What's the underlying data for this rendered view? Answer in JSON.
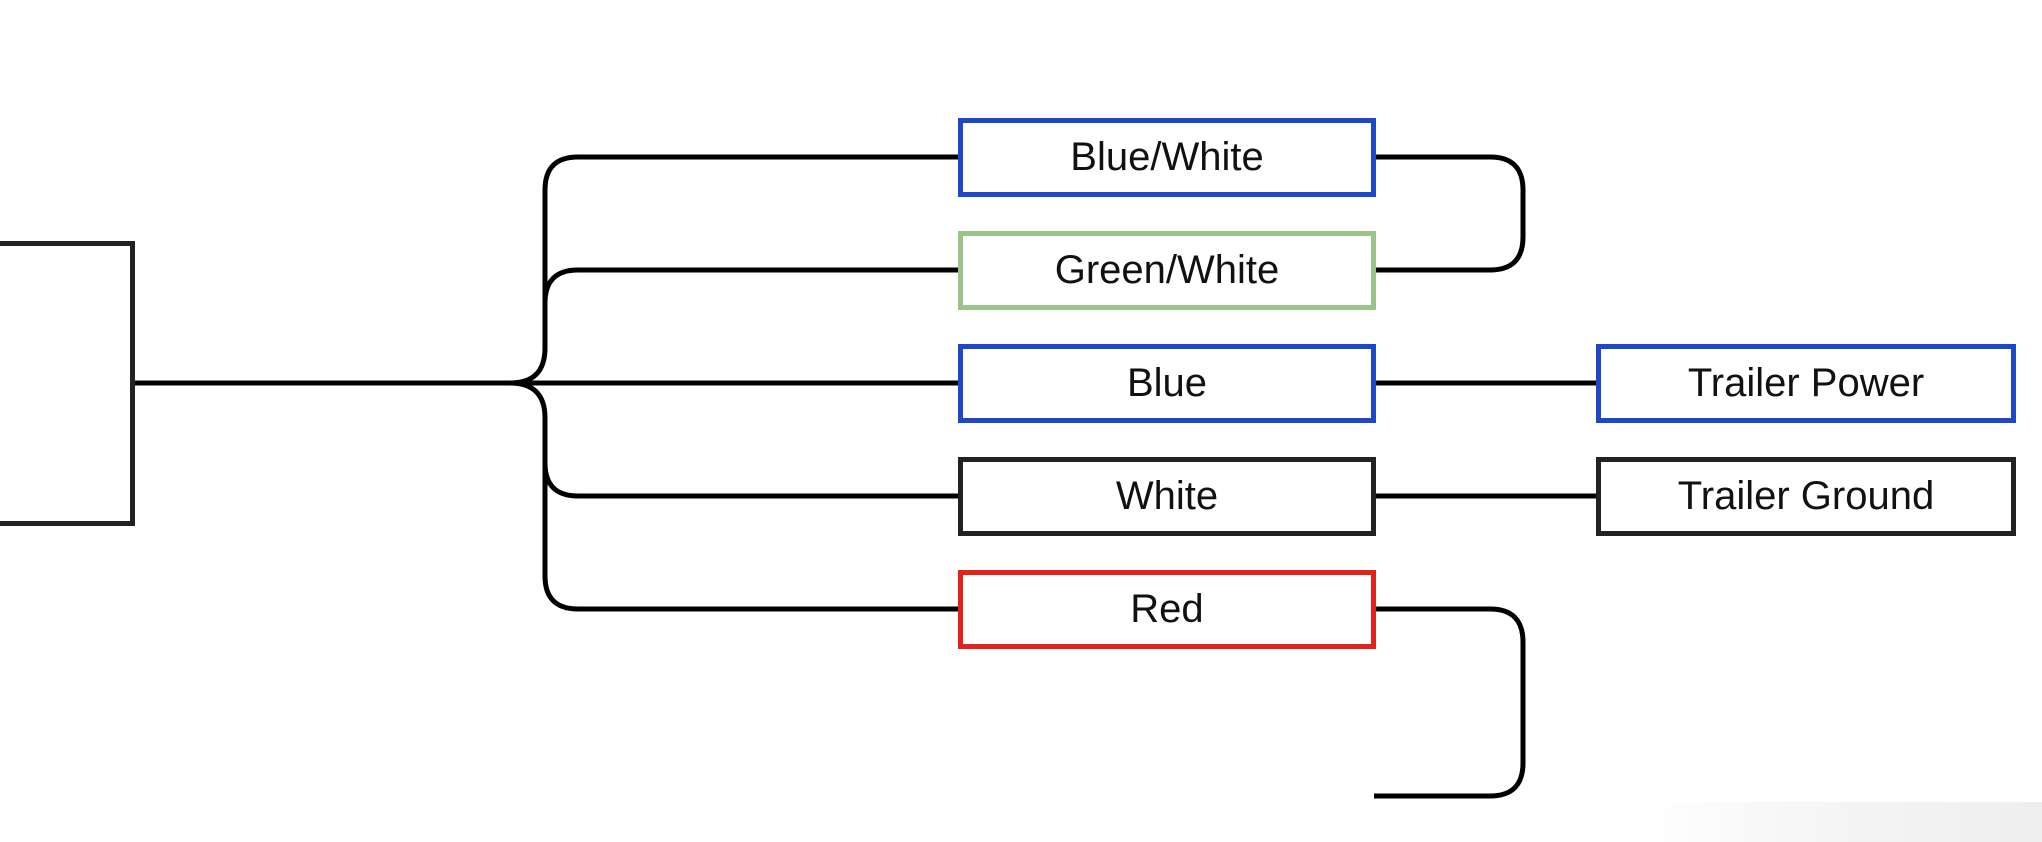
{
  "colors": {
    "blue": "#1f48c8",
    "green": "#9cc48a",
    "red": "#e0241c",
    "black": "#222222",
    "wire": "#000000"
  },
  "nodes": {
    "connector": {
      "label": "",
      "color": "black"
    },
    "blue_white": {
      "label": "Blue/White",
      "color": "blue"
    },
    "green_white": {
      "label": "Green/White",
      "color": "green"
    },
    "blue": {
      "label": "Blue",
      "color": "blue"
    },
    "white": {
      "label": "White",
      "color": "black"
    },
    "red": {
      "label": "Red",
      "color": "red"
    },
    "trailer_power": {
      "label": "Trailer Power",
      "color": "blue"
    },
    "trailer_ground": {
      "label": "Trailer Ground",
      "color": "black"
    }
  },
  "edges": [
    {
      "from": "connector",
      "to": "blue_white"
    },
    {
      "from": "connector",
      "to": "green_white"
    },
    {
      "from": "connector",
      "to": "blue"
    },
    {
      "from": "connector",
      "to": "white"
    },
    {
      "from": "connector",
      "to": "red"
    },
    {
      "from": "blue_white",
      "to": "green_white"
    },
    {
      "from": "blue",
      "to": "trailer_power"
    },
    {
      "from": "white",
      "to": "trailer_ground"
    },
    {
      "from": "red",
      "to": ""
    }
  ]
}
